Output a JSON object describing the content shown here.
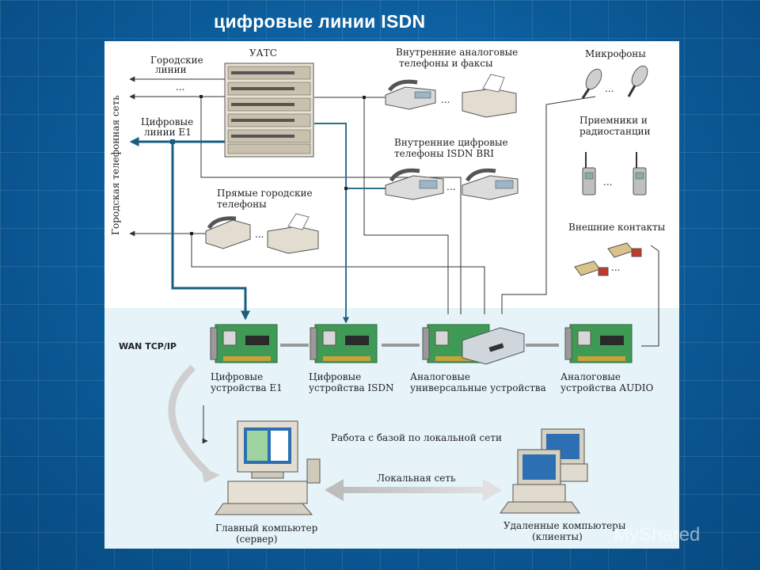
{
  "title": "цифровые линии ISDN",
  "labels": {
    "city_network": "Городская телефонная сеть",
    "city_lines_1": "Городские",
    "city_lines_2": "линии",
    "uats": "УАТС",
    "digital_e1_1": "Цифровые",
    "digital_e1_2": "линии Е1",
    "direct_1": "Прямые городские",
    "direct_2": "телефоны",
    "int_analog_1": "Внутренние аналоговые",
    "int_analog_2": "телефоны и факсы",
    "int_digital_1": "Внутренние цифровые",
    "int_digital_2": "телефоны ISDN BRI",
    "microphones": "Микрофоны",
    "receivers_1": "Приемники и",
    "receivers_2": "радиостанции",
    "ext_contacts": "Внешние контакты",
    "wan": "WAN TCP/IP",
    "dev_e1_1": "Цифровые",
    "dev_e1_2": "устройства Е1",
    "dev_isdn_1": "Цифровые",
    "dev_isdn_2": "устройства ISDN",
    "dev_analog_1": "Аналоговые",
    "dev_analog_2": "универсальные устройства",
    "dev_audio_1": "Аналоговые",
    "dev_audio_2": "устройства AUDIO",
    "db_lan": "Работа с базой по локальной сети",
    "lan": "Локальная сеть",
    "main_pc_1": "Главный компьютер",
    "main_pc_2": "(сервер)",
    "remote_pc_1": "Удаленные компьютеры",
    "remote_pc_2": "(клиенты)",
    "ellipsis": "..."
  },
  "watermark": "MyShared",
  "colors": {
    "background": "#0d5d9c",
    "panel": "#ffffff",
    "lower_panel": "#e6f3f8",
    "e1_line": "#1a5d80",
    "board": "#3f9a55"
  }
}
